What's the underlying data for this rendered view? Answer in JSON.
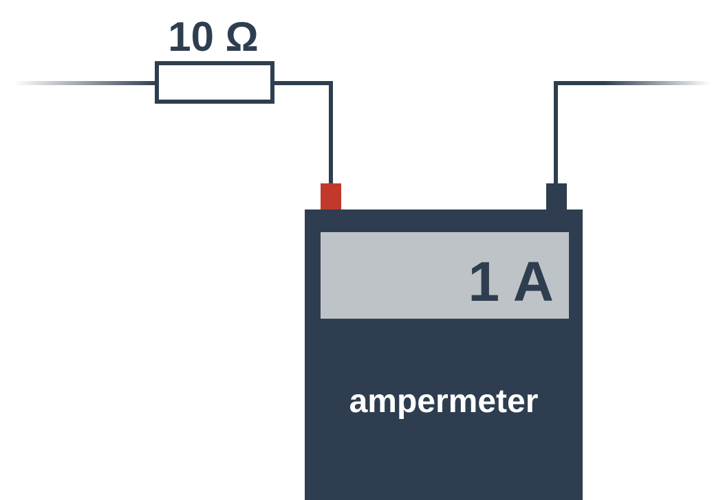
{
  "resistor": {
    "label": "10 Ω"
  },
  "ammeter": {
    "reading": "1 A",
    "name": "ampermeter"
  },
  "colors": {
    "wire": "#2e3e50",
    "body": "#2e3e50",
    "display": "#bec3c7",
    "positive_terminal": "#c0392b",
    "negative_terminal": "#2e3e50",
    "body_text": "#ffffff",
    "display_text": "#2e3e50"
  }
}
